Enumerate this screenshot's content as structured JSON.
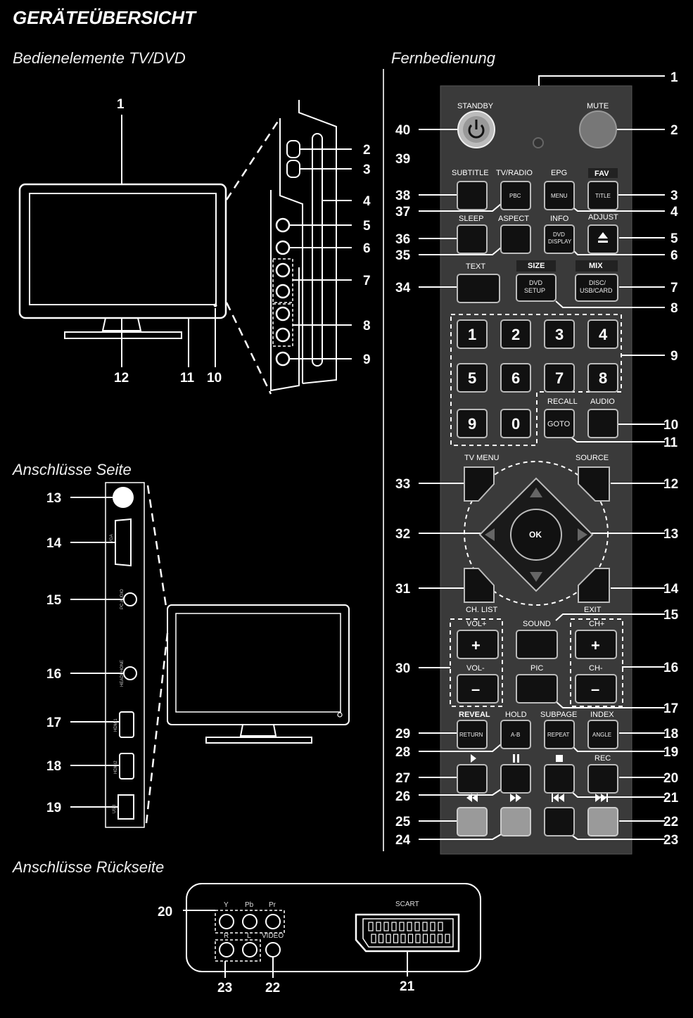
{
  "page": {
    "title": "GERÄTEÜBERSICHT",
    "section_tv": "Bedienelemente TV/DVD",
    "section_remote": "Fernbedienung",
    "section_side": "Anschlüsse Seite",
    "section_back": "Anschlüsse Rückseite"
  },
  "tv_front": {
    "callouts": [
      "1",
      "2",
      "3",
      "4",
      "5",
      "6",
      "7",
      "8",
      "9",
      "10",
      "11",
      "12"
    ]
  },
  "side_panel": {
    "callouts": [
      "13",
      "14",
      "15",
      "16",
      "17",
      "18",
      "19"
    ],
    "port_labels": [
      "VGA",
      "PC AUDIO",
      "HEADPHONE",
      "HDMI1",
      "HDMI2",
      "USB"
    ]
  },
  "back_panel": {
    "callouts": [
      "20",
      "21",
      "22",
      "23"
    ],
    "labels": {
      "y": "Y",
      "pb": "Pb",
      "pr": "Pr",
      "r": "R",
      "l": "L",
      "video": "VIDEO",
      "scart": "SCART"
    }
  },
  "remote": {
    "labels": {
      "standby": "STANDBY",
      "mute": "MUTE",
      "subtitle": "SUBTITLE",
      "tvradio": "TV/RADIO",
      "epg": "EPG",
      "fav": "FAV",
      "sleep": "SLEEP",
      "aspect": "ASPECT",
      "info": "INFO",
      "adjust": "ADJUST",
      "text": "TEXT",
      "size": "SIZE",
      "mix": "MIX",
      "recall": "RECALL",
      "audio": "AUDIO",
      "tvmenu": "TV MENU",
      "source": "SOURCE",
      "chlist": "CH. LIST",
      "exit": "EXIT",
      "volplus": "VOL+",
      "volminus": "VOL-",
      "sound": "SOUND",
      "pic": "PIC",
      "chplus": "CH+",
      "chminus": "CH-",
      "reveal": "REVEAL",
      "hold": "HOLD",
      "subpage": "SUBPAGE",
      "index": "INDEX",
      "rec": "REC"
    },
    "button_text": {
      "pbc": "PBC",
      "menu": "MENU",
      "title": "TITLE",
      "dvd_display_1": "DVD",
      "dvd_display_2": "DISPLAY",
      "dvd_setup_1": "DVD",
      "dvd_setup_2": "SETUP",
      "disc_1": "DISC/",
      "disc_2": "USB/CARD",
      "goto": "GOTO",
      "ok": "OK",
      "return": "RETURN",
      "ab": "A-B",
      "repeat": "REPEAT",
      "angle": "ANGLE",
      "plus": "+",
      "minus": "–"
    },
    "digits": [
      "1",
      "2",
      "3",
      "4",
      "5",
      "6",
      "7",
      "8",
      "9",
      "0"
    ],
    "callouts_right": [
      "1",
      "2",
      "3",
      "4",
      "5",
      "6",
      "7",
      "8",
      "9",
      "10",
      "11",
      "12",
      "13",
      "14",
      "15",
      "16",
      "17",
      "18",
      "19",
      "20",
      "21",
      "22",
      "23"
    ],
    "callouts_left": [
      "40",
      "39",
      "38",
      "37",
      "36",
      "35",
      "34",
      "33",
      "32",
      "31",
      "30",
      "29",
      "28",
      "27",
      "26",
      "25",
      "24"
    ]
  }
}
